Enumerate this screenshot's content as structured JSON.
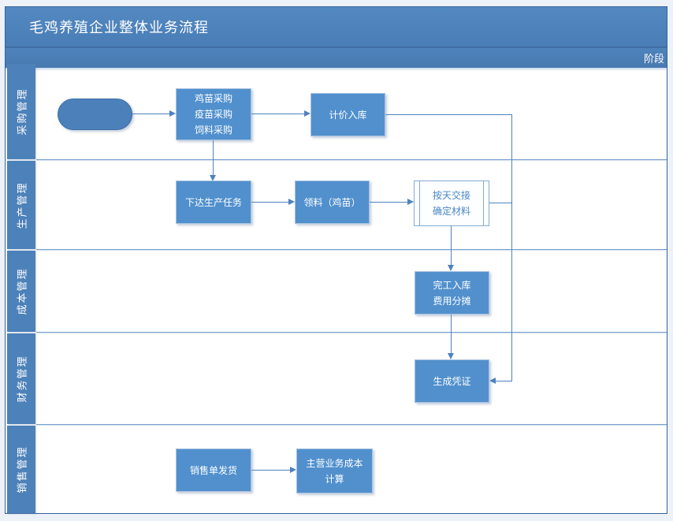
{
  "title": "毛鸡养殖企业整体业务流程",
  "corner_label": "阶段",
  "lanes": [
    {
      "label": "采购管理"
    },
    {
      "label": "生产管理"
    },
    {
      "label": "成本管理"
    },
    {
      "label": "财务管理"
    },
    {
      "label": "销售管理"
    }
  ],
  "nodes": {
    "start": {
      "type": "start",
      "label": ""
    },
    "procurement": {
      "lines": [
        "鸡苗采购",
        "疫苗采购",
        "饲料采购"
      ]
    },
    "pricing": {
      "label": "计价入库"
    },
    "task": {
      "label": "下达生产任务"
    },
    "issue": {
      "label": "领料（鸡苗）"
    },
    "handover": {
      "type": "subprocess",
      "lines": [
        "按天交接",
        "确定材料"
      ]
    },
    "completion": {
      "lines": [
        "完工入库",
        "费用分摊"
      ]
    },
    "voucher": {
      "label": "生成凭证"
    },
    "delivery": {
      "label": "销售单发货"
    },
    "cogs": {
      "lines": [
        "主营业务成本",
        "计算"
      ]
    }
  },
  "colors": {
    "header_blue": "#4d81b9",
    "shape_blue": "#5190cd",
    "shape_border": "#a9c3e2",
    "subprocess_border": "#84aad4",
    "connector_blue": "#4e82bd",
    "lane_line_blue": "#76a0cf",
    "frame_border": "#35639e",
    "page_background": "#edf2f9",
    "text_on_blue": "#ffffff"
  }
}
